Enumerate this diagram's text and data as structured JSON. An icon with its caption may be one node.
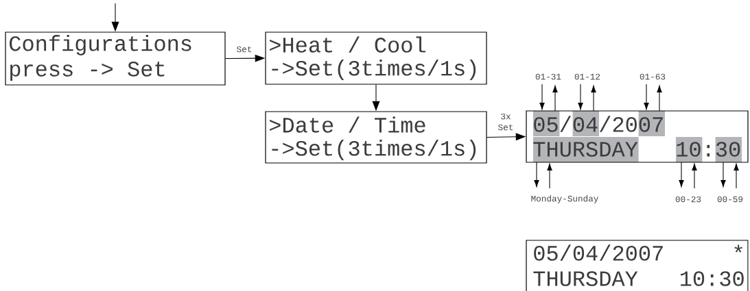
{
  "diagram": {
    "nodes": [
      {
        "text": [
          "Configurations",
          "press -> Set"
        ]
      },
      {
        "text": [
          ">Heat / Cool",
          "->Set(3times/1s)"
        ]
      },
      {
        "text": [
          ">Date / Time",
          "->Set(3times/1s)"
        ]
      },
      {
        "text": [
          "05/04/2007",
          "THURSDAY",
          "10:30"
        ]
      },
      {
        "text": [
          "05/04/2007",
          "*",
          "THURSDAY",
          "10:30"
        ]
      }
    ],
    "edges": [
      {
        "from": null,
        "to": 0,
        "arrow": "to"
      },
      {
        "from": 0,
        "to": 1,
        "arrow": "to",
        "label": "Set"
      },
      {
        "from": 1,
        "to": 2,
        "arrow": "to"
      },
      {
        "from": 2,
        "to": 3,
        "arrow": "to",
        "label": "3x Set"
      }
    ],
    "labels": [
      "01-31",
      "01-12",
      "01-63",
      "Monday-Sunday",
      "00-23",
      "00-59"
    ]
  }
}
